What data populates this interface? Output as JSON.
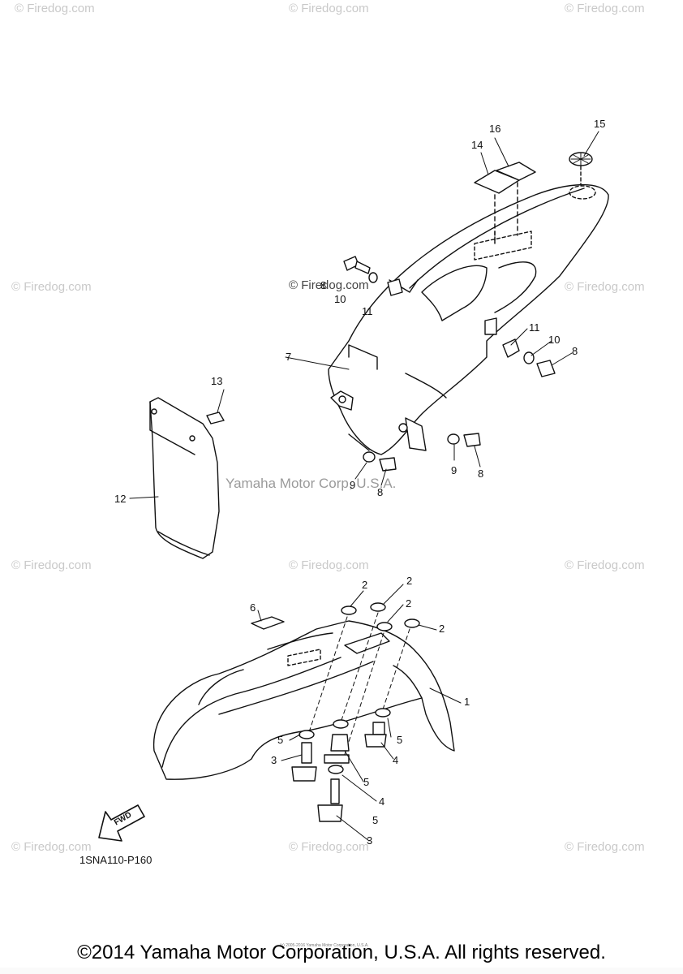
{
  "watermark": "© Firedog.com",
  "credit_center": "Yamaha Motor Corp, U.S.A.",
  "diagram_code": "1SNA110-P160",
  "fwd_label": "FWD",
  "copyright": "©2014 Yamaha Motor Corporation, U.S.A. All rights reserved.",
  "tiny_copyright": "(c) 2005-2016 Yamaha Motor Corporation, U.S.A.",
  "callouts": {
    "c1": "1",
    "c2a": "2",
    "c2b": "2",
    "c2c": "2",
    "c2d": "2",
    "c3a": "3",
    "c3b": "3",
    "c4a": "4",
    "c4b": "4",
    "c5a": "5",
    "c5b": "5",
    "c5c": "5",
    "c5d": "5",
    "c6": "6",
    "c7": "7",
    "c8a": "8",
    "c8b": "8",
    "c8c": "8",
    "c8d": "8",
    "c9a": "9",
    "c9b": "9",
    "c10a": "10",
    "c10b": "10",
    "c11a": "11",
    "c11b": "11",
    "c12": "12",
    "c13": "13",
    "c14": "14",
    "c15": "15",
    "c16": "16"
  }
}
